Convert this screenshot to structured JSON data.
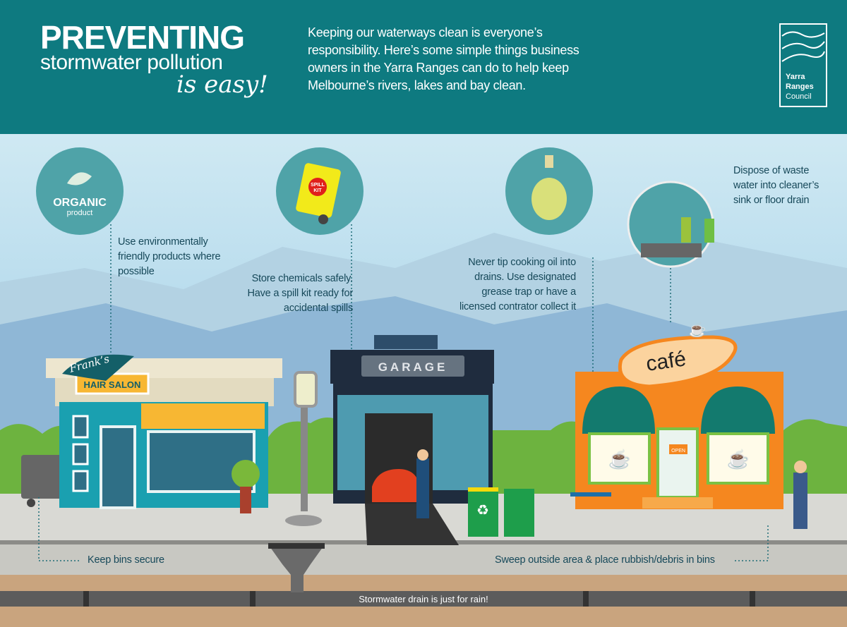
{
  "header": {
    "title_line1": "PREVENTING",
    "title_line2": "stormwater pollution",
    "title_line3": "is easy!",
    "intro": "Keeping our waterways clean is everyone’s responsibility.  Here’s some simple things business owners in the Yarra Ranges can do to help keep Melbourne’s rivers, lakes and bay clean.",
    "logo": {
      "line1": "Yarra",
      "line2": "Ranges",
      "line3": "Council"
    }
  },
  "tips": {
    "organic": {
      "icon": "organic-product-icon",
      "badge_line1": "ORGANIC",
      "badge_line2": "product",
      "text": "Use environmentally friendly products where possible"
    },
    "chemicals": {
      "icon": "spill-kit-bin-icon",
      "badge_line1": "SPILL",
      "badge_line2": "KIT",
      "text": "Store chemicals safely. Have a spill kit ready for accidental spills"
    },
    "oil": {
      "icon": "oil-bottle-icon",
      "text": "Never tip cooking oil into drains. Use designated grease trap or have a licensed contrator collect it"
    },
    "waste_water": {
      "icon": "sink-icon",
      "text": "Dispose of waste water into cleaner’s sink or floor drain"
    },
    "bins": {
      "text": "Keep bins secure"
    },
    "sweep": {
      "text": "Sweep outside area & place rubbish/debris in bins"
    },
    "drain": {
      "text": "Stormwater drain is just for rain!"
    }
  },
  "shops": {
    "salon": {
      "script_name": "Frank’s",
      "sign": "HAIR SALON"
    },
    "garage": {
      "sign": "GARAGE"
    },
    "cafe": {
      "sign": "café",
      "door_sign": "OPEN"
    }
  },
  "colors": {
    "header": "#0e7a80",
    "circle": "#4fa3a8",
    "caption": "#17495a",
    "salon": "#1aa0b0",
    "cafe": "#f5871f",
    "awning": "#137a6e"
  }
}
